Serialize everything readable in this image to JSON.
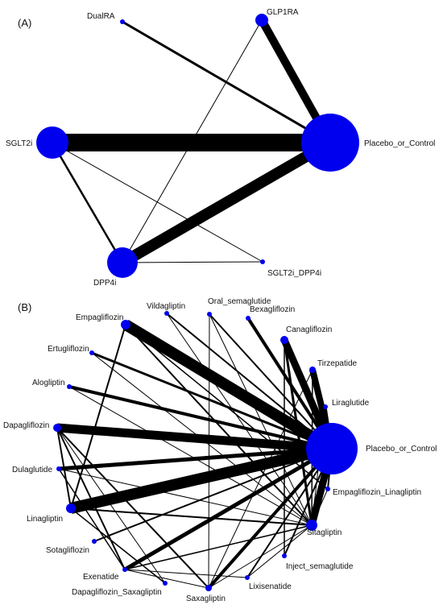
{
  "node_color": "#0000ee",
  "edge_color": "#000000",
  "panels": [
    {
      "label": "(A)",
      "nodes": [
        {
          "id": "DualRA",
          "label": "DualRA"
        },
        {
          "id": "GLP1RA",
          "label": "GLP1RA"
        },
        {
          "id": "SGLT2i",
          "label": "SGLT2i"
        },
        {
          "id": "Placebo_or_Control",
          "label": "Placebo_or_Control"
        },
        {
          "id": "DPP4i",
          "label": "DPP4i"
        },
        {
          "id": "SGLT2i_DPP4i",
          "label": "SGLT2i_DPP4i"
        }
      ],
      "edges": [
        {
          "from": "DualRA",
          "to": "Placebo_or_Control"
        },
        {
          "from": "GLP1RA",
          "to": "Placebo_or_Control"
        },
        {
          "from": "GLP1RA",
          "to": "DPP4i"
        },
        {
          "from": "SGLT2i",
          "to": "Placebo_or_Control"
        },
        {
          "from": "SGLT2i",
          "to": "DPP4i"
        },
        {
          "from": "SGLT2i",
          "to": "SGLT2i_DPP4i"
        },
        {
          "from": "DPP4i",
          "to": "Placebo_or_Control"
        },
        {
          "from": "DPP4i",
          "to": "SGLT2i_DPP4i"
        }
      ]
    },
    {
      "label": "(B)",
      "nodes": [
        {
          "id": "Vildagliptin",
          "label": "Vildagliptin"
        },
        {
          "id": "Oral_semaglutide",
          "label": "Oral_semaglutide"
        },
        {
          "id": "Empagliflozin",
          "label": "Empagliflozin"
        },
        {
          "id": "Bexagliflozin",
          "label": "Bexagliflozin"
        },
        {
          "id": "Canagliflozin",
          "label": "Canagliflozin"
        },
        {
          "id": "Ertugliflozin",
          "label": "Ertugliflozin"
        },
        {
          "id": "Tirzepatide",
          "label": "Tirzepatide"
        },
        {
          "id": "Alogliptin",
          "label": "Alogliptin"
        },
        {
          "id": "Liraglutide",
          "label": "Liraglutide"
        },
        {
          "id": "Dapagliflozin",
          "label": "Dapagliflozin"
        },
        {
          "id": "Placebo_or_Control",
          "label": "Placebo_or_Control"
        },
        {
          "id": "Dulaglutide",
          "label": "Dulaglutide"
        },
        {
          "id": "Empagliflozin_Linagliptin",
          "label": "Empagliflozin_Linagliptin"
        },
        {
          "id": "Linagliptin",
          "label": "Linagliptin"
        },
        {
          "id": "Sitagliptin",
          "label": "Sitagliptin"
        },
        {
          "id": "Sotagliflozin",
          "label": "Sotagliflozin"
        },
        {
          "id": "Inject_semaglutide",
          "label": "Inject_semaglutide"
        },
        {
          "id": "Exenatide",
          "label": "Exenatide"
        },
        {
          "id": "Lixisenatide",
          "label": "Lixisenatide"
        },
        {
          "id": "Dapagliflozin_Saxagliptin",
          "label": "Dapagliflozin_Saxagliptin"
        },
        {
          "id": "Saxagliptin",
          "label": "Saxagliptin"
        }
      ],
      "edges": [
        {
          "from": "Empagliflozin",
          "to": "Placebo_or_Control"
        },
        {
          "from": "Dapagliflozin",
          "to": "Placebo_or_Control"
        },
        {
          "from": "Linagliptin",
          "to": "Placebo_or_Control"
        },
        {
          "from": "Canagliflozin",
          "to": "Placebo_or_Control"
        },
        {
          "from": "Tirzepatide",
          "to": "Placebo_or_Control"
        },
        {
          "from": "Sitagliptin",
          "to": "Placebo_or_Control"
        },
        {
          "from": "Bexagliflozin",
          "to": "Placebo_or_Control"
        },
        {
          "from": "Alogliptin",
          "to": "Placebo_or_Control"
        },
        {
          "from": "Dulaglutide",
          "to": "Placebo_or_Control"
        },
        {
          "from": "Ertugliflozin",
          "to": "Placebo_or_Control"
        },
        {
          "from": "Saxagliptin",
          "to": "Placebo_or_Control"
        },
        {
          "from": "Exenatide",
          "to": "Placebo_or_Control"
        },
        {
          "from": "Liraglutide",
          "to": "Placebo_or_Control"
        },
        {
          "from": "Inject_semaglutide",
          "to": "Placebo_or_Control"
        },
        {
          "from": "Oral_semaglutide",
          "to": "Placebo_or_Control"
        },
        {
          "from": "Empagliflozin_Linagliptin",
          "to": "Placebo_or_Control"
        },
        {
          "from": "Sotagliflozin",
          "to": "Placebo_or_Control"
        },
        {
          "from": "Lixisenatide",
          "to": "Placebo_or_Control"
        },
        {
          "from": "Vildagliptin",
          "to": "Placebo_or_Control"
        },
        {
          "from": "Dapagliflozin",
          "to": "Linagliptin"
        },
        {
          "from": "Dapagliflozin",
          "to": "Exenatide"
        },
        {
          "from": "Dapagliflozin",
          "to": "Saxagliptin"
        },
        {
          "from": "Dapagliflozin",
          "to": "Dapagliflozin_Saxagliptin"
        },
        {
          "from": "Empagliflozin",
          "to": "Linagliptin"
        },
        {
          "from": "Empagliflozin",
          "to": "Sitagliptin"
        },
        {
          "from": "Empagliflozin",
          "to": "Empagliflozin_Linagliptin"
        },
        {
          "from": "Linagliptin",
          "to": "Sitagliptin"
        },
        {
          "from": "Linagliptin",
          "to": "Dapagliflozin_Saxagliptin"
        },
        {
          "from": "Dulaglutide",
          "to": "Sitagliptin"
        },
        {
          "from": "Dulaglutide",
          "to": "Exenatide"
        },
        {
          "from": "Exenatide",
          "to": "Sitagliptin"
        },
        {
          "from": "Exenatide",
          "to": "Lixisenatide"
        },
        {
          "from": "Exenatide",
          "to": "Saxagliptin"
        },
        {
          "from": "Saxagliptin",
          "to": "Sitagliptin"
        },
        {
          "from": "Saxagliptin",
          "to": "Tirzepatide"
        },
        {
          "from": "Canagliflozin",
          "to": "Sitagliptin"
        },
        {
          "from": "Canagliflozin",
          "to": "Inject_semaglutide"
        },
        {
          "from": "Tirzepatide",
          "to": "Sitagliptin"
        },
        {
          "from": "Liraglutide",
          "to": "Sitagliptin"
        },
        {
          "from": "Oral_semaglutide",
          "to": "Sitagliptin"
        },
        {
          "from": "Oral_semaglutide",
          "to": "Saxagliptin"
        },
        {
          "from": "Ertugliflozin",
          "to": "Sitagliptin"
        },
        {
          "from": "Vildagliptin",
          "to": "Sitagliptin"
        },
        {
          "from": "Alogliptin",
          "to": "Sitagliptin"
        },
        {
          "from": "Lixisenatide",
          "to": "Sitagliptin"
        },
        {
          "from": "Empagliflozin_Linagliptin",
          "to": "Sitagliptin"
        }
      ]
    }
  ]
}
